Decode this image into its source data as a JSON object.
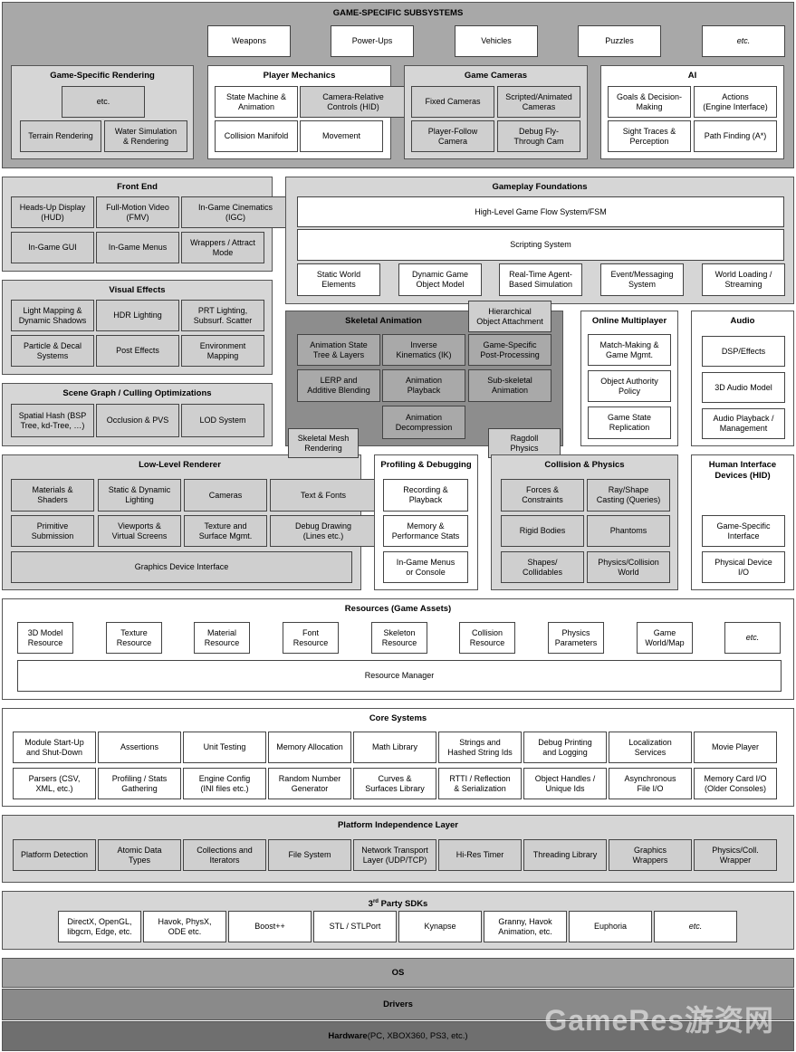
{
  "game_specific": {
    "title": "GAME-SPECIFIC SUBSYSTEMS",
    "top_items": [
      "Weapons",
      "Power-Ups",
      "Vehicles",
      "Puzzles",
      "etc."
    ],
    "rendering": {
      "title": "Game-Specific Rendering",
      "items": [
        "etc.",
        "Terrain Rendering",
        "Water Simulation\n& Rendering"
      ]
    },
    "player_mechanics": {
      "title": "Player Mechanics",
      "items": [
        "State Machine &\nAnimation",
        "Camera-Relative\nControls (HID)",
        "Collision Manifold",
        "Movement"
      ]
    },
    "game_cameras": {
      "title": "Game Cameras",
      "items": [
        "Fixed Cameras",
        "Scripted/Animated\nCameras",
        "Player-Follow\nCamera",
        "Debug Fly-\nThrough Cam"
      ]
    },
    "ai": {
      "title": "AI",
      "items": [
        "Goals & Decision-\nMaking",
        "Actions\n(Engine Interface)",
        "Sight Traces &\nPerception",
        "Path Finding (A*)"
      ]
    }
  },
  "front_end": {
    "title": "Front End",
    "items": [
      "Heads-Up Display\n(HUD)",
      "Full-Motion Video\n(FMV)",
      "In-Game Cinematics\n(IGC)",
      "In-Game GUI",
      "In-Game Menus",
      "Wrappers / Attract\nMode"
    ]
  },
  "gameplay_foundations": {
    "title": "Gameplay Foundations",
    "flow": "High-Level Game Flow System/FSM",
    "scripting": "Scripting System",
    "items": [
      "Static World\nElements",
      "Dynamic Game\nObject Model",
      "Real-Time Agent-\nBased Simulation",
      "Event/Messaging\nSystem",
      "World Loading /\nStreaming"
    ]
  },
  "visual_effects": {
    "title": "Visual Effects",
    "items": [
      "Light Mapping &\nDynamic Shadows",
      "HDR Lighting",
      "PRT Lighting,\nSubsurf. Scatter",
      "Particle & Decal\nSystems",
      "Post Effects",
      "Environment\nMapping"
    ]
  },
  "skeletal_animation": {
    "title": "Skeletal Animation",
    "hierarchical": "Hierarchical\nObject Attachment",
    "items": [
      "Animation State\nTree & Layers",
      "Inverse\nKinematics (IK)",
      "Game-Specific\nPost-Processing",
      "LERP and\nAdditive Blending",
      "Animation\nPlayback",
      "Sub-skeletal\nAnimation",
      "Animation\nDecompression"
    ],
    "skeletal_mesh": "Skeletal Mesh\nRendering",
    "ragdoll": "Ragdoll\nPhysics"
  },
  "online_multiplayer": {
    "title": "Online Multiplayer",
    "items": [
      "Match-Making &\nGame Mgmt.",
      "Object Authority\nPolicy",
      "Game State\nReplication"
    ]
  },
  "audio": {
    "title": "Audio",
    "items": [
      "DSP/Effects",
      "3D Audio Model",
      "Audio Playback /\nManagement"
    ]
  },
  "scene_graph": {
    "title": "Scene Graph / Culling Optimizations",
    "items": [
      "Spatial Hash (BSP\nTree, kd-Tree, …)",
      "Occlusion & PVS",
      "LOD System"
    ]
  },
  "low_level_renderer": {
    "title": "Low-Level Renderer",
    "items": [
      "Materials &\nShaders",
      "Static & Dynamic\nLighting",
      "Cameras",
      "Text & Fonts",
      "Primitive\nSubmission",
      "Viewports &\nVirtual Screens",
      "Texture and\nSurface Mgmt.",
      "Debug Drawing\n(Lines etc.)"
    ],
    "gdi": "Graphics Device Interface"
  },
  "profiling": {
    "title": "Profiling & Debugging",
    "items": [
      "Recording &\nPlayback",
      "Memory &\nPerformance Stats",
      "In-Game Menus\nor Console"
    ]
  },
  "collision": {
    "title": "Collision & Physics",
    "items": [
      "Forces &\nConstraints",
      "Ray/Shape\nCasting (Queries)",
      "Rigid Bodies",
      "Phantoms",
      "Shapes/\nCollidables",
      "Physics/Collision\nWorld"
    ]
  },
  "hid": {
    "title": "Human Interface\nDevices (HID)",
    "items": [
      "Game-Specific\nInterface",
      "Physical Device\nI/O"
    ]
  },
  "resources": {
    "title": "Resources (Game Assets)",
    "items": [
      "3D Model\nResource",
      "Texture\nResource",
      "Material\nResource",
      "Font\nResource",
      "Skeleton\nResource",
      "Collision\nResource",
      "Physics\nParameters",
      "Game\nWorld/Map",
      "etc."
    ],
    "manager": "Resource Manager"
  },
  "core": {
    "title": "Core Systems",
    "row1": [
      "Module Start-Up\nand Shut-Down",
      "Assertions",
      "Unit Testing",
      "Memory Allocation",
      "Math Library",
      "Strings and\nHashed String Ids",
      "Debug Printing\nand Logging",
      "Localization\nServices",
      "Movie Player"
    ],
    "row2": [
      "Parsers (CSV,\nXML, etc.)",
      "Profiling / Stats\nGathering",
      "Engine Config\n(INI files etc.)",
      "Random Number\nGenerator",
      "Curves &\nSurfaces Library",
      "RTTI / Reflection\n& Serialization",
      "Object Handles /\nUnique Ids",
      "Asynchronous\nFile I/O",
      "Memory Card I/O\n(Older Consoles)"
    ]
  },
  "platform": {
    "title": "Platform Independence Layer",
    "items": [
      "Platform Detection",
      "Atomic Data\nTypes",
      "Collections and\nIterators",
      "File System",
      "Network Transport\nLayer (UDP/TCP)",
      "Hi-Res Timer",
      "Threading Library",
      "Graphics\nWrappers",
      "Physics/Coll.\nWrapper"
    ]
  },
  "sdks": {
    "title_pre": "3",
    "title_sup": "rd",
    "title_post": " Party SDKs",
    "items": [
      "DirectX, OpenGL,\nlibgcm, Edge, etc.",
      "Havok, PhysX,\nODE etc.",
      "Boost++",
      "STL / STLPort",
      "Kynapse",
      "Granny, Havok\nAnimation, etc.",
      "Euphoria",
      "etc."
    ]
  },
  "os": "OS",
  "drivers": "Drivers",
  "hardware": {
    "label": "Hardware",
    "detail": " (PC, XBOX360, PS3, etc.)"
  },
  "watermark": "GameRes游资网",
  "colors": {
    "dark_gray": "#a8a8a8",
    "light_gray": "#d6d6d6",
    "mid_gray": "#8d8d8d",
    "os": "#a0a0a0",
    "drivers": "#8a8a8a",
    "hardware": "#6f6f6f"
  }
}
